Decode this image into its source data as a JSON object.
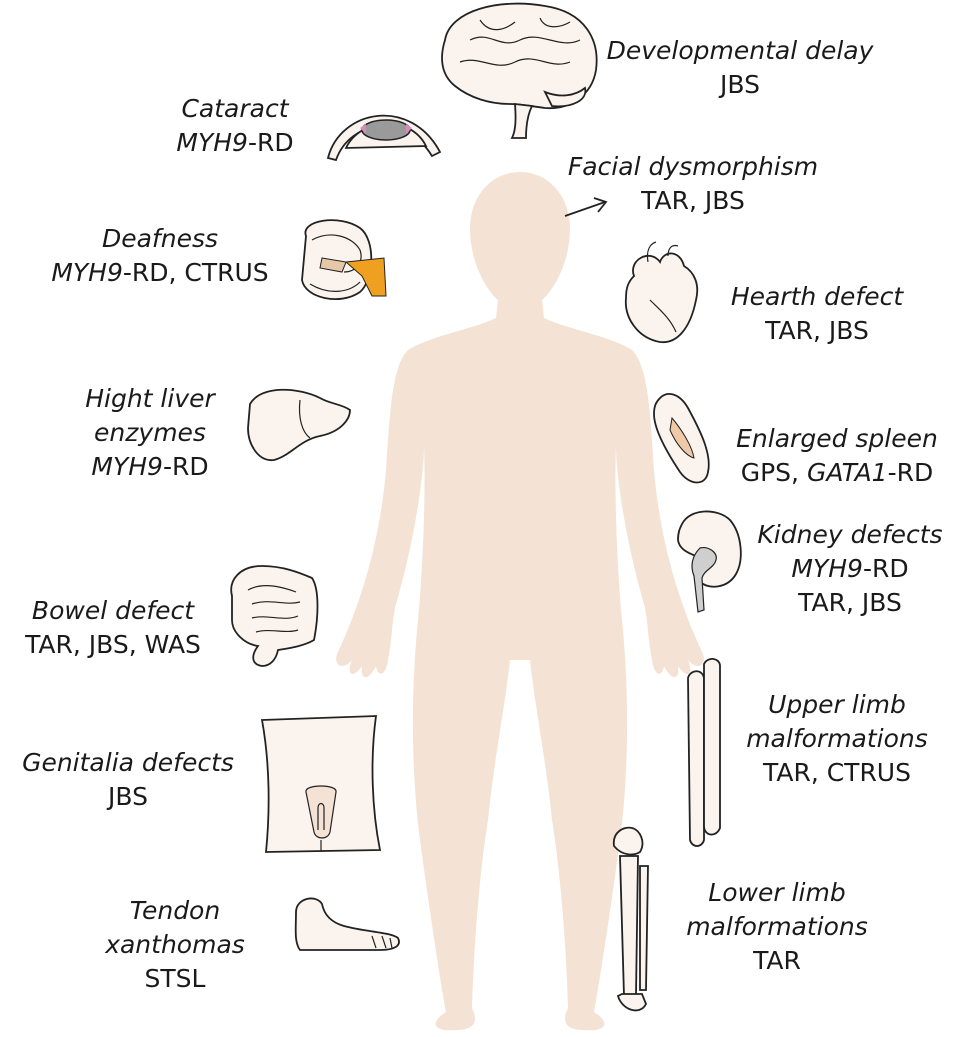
{
  "colors": {
    "skin": "#f4e3d4",
    "organ_fill": "#fbf4ee",
    "outline": "#222222",
    "accent_pink": "#d98bb9",
    "accent_orange": "#f0a020",
    "kidney_pelvis": "#cfcfcf",
    "spleen_inner": "#f0c9a8"
  },
  "labels": {
    "developmental_delay": {
      "title": "Developmental delay",
      "diseases": "JBS"
    },
    "cataract": {
      "title": "Cataract",
      "gene": "MYH9",
      "suffix": "-RD"
    },
    "facial_dysmorphism": {
      "title": "Facial dysmorphism",
      "diseases": "TAR, JBS"
    },
    "deafness": {
      "title": "Deafness",
      "gene": "MYH9",
      "suffix": "-RD, CTRUS"
    },
    "hearth_defect": {
      "title": "Hearth defect",
      "diseases": "TAR, JBS"
    },
    "liver": {
      "title_line1": "Hight liver",
      "title_line2": "enzymes",
      "gene": "MYH9",
      "suffix": "-RD"
    },
    "spleen": {
      "title": "Enlarged spleen",
      "prefix": "GPS, ",
      "gene": "GATA1",
      "suffix": "-RD"
    },
    "kidney": {
      "title": "Kidney defects",
      "gene": "MYH9",
      "suffix": "-RD",
      "diseases": "TAR, JBS"
    },
    "bowel": {
      "title": "Bowel defect",
      "diseases": "TAR, JBS, WAS"
    },
    "upper_limb": {
      "title_line1": "Upper limb",
      "title_line2": "malformations",
      "diseases": "TAR, CTRUS"
    },
    "genitalia": {
      "title": "Genitalia defects",
      "diseases": "JBS"
    },
    "lower_limb": {
      "title_line1": "Lower limb",
      "title_line2": "malformations",
      "diseases": "TAR"
    },
    "tendon": {
      "title_line1": "Tendon",
      "title_line2": "xanthomas",
      "diseases": "STSL"
    }
  }
}
